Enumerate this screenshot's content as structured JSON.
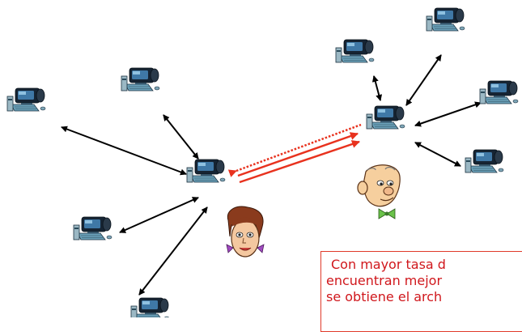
{
  "diagram": {
    "caption": {
      "line1": "Con mayor tasa d",
      "line2": "encuentran mejor",
      "line3": "se obtiene el arch"
    },
    "colors": {
      "arrow": "#000000",
      "exchange": "#e8321e",
      "caption_text": "#d0171c",
      "caption_border": "#e03a2a"
    },
    "icons": {
      "peer": "desktop-computer-icon",
      "user_a": "girl-face-icon",
      "user_b": "man-bowtie-icon"
    }
  }
}
